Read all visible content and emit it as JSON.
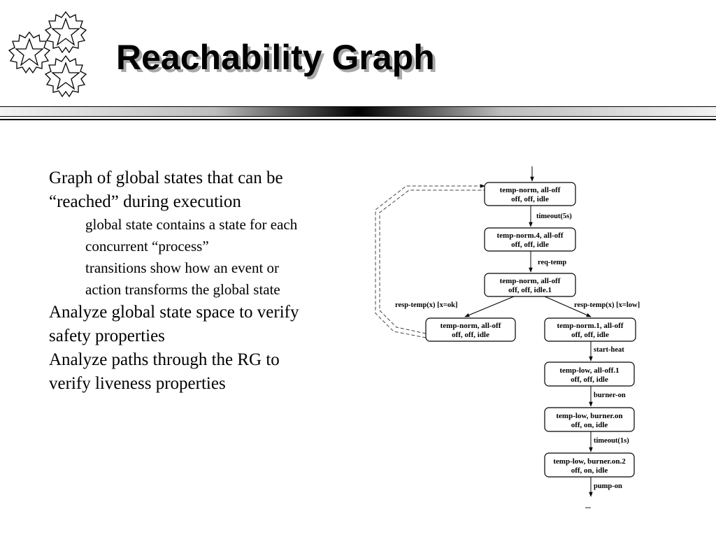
{
  "slide": {
    "title": "Reachability Graph",
    "bullets": [
      {
        "level": 1,
        "text": "Graph of global states that can be"
      },
      {
        "level": 1,
        "text": "“reached” during execution"
      },
      {
        "level": 2,
        "text": "global state contains a state for each"
      },
      {
        "level": 2,
        "text": "concurrent “process”"
      },
      {
        "level": 2,
        "text": "transitions show how an event or"
      },
      {
        "level": 2,
        "text": "action transforms the global state"
      },
      {
        "level": 1,
        "text": "Analyze global state space to verify"
      },
      {
        "level": 1,
        "text": "safety properties"
      },
      {
        "level": 1,
        "text": "Analyze paths through the RG to"
      },
      {
        "level": 1,
        "text": "verify liveness properties"
      }
    ]
  },
  "graph": {
    "nodes": [
      {
        "line1": "temp-norm, all-off",
        "line2": "off, off, idle"
      },
      {
        "line1": "temp-norm.4, all-off",
        "line2": "off, off, idle"
      },
      {
        "line1": "temp-norm, all-off",
        "line2": "off, off, idle.1"
      },
      {
        "line1": "temp-norm, all-off",
        "line2": "off, off, idle"
      },
      {
        "line1": "temp-norm.1, all-off",
        "line2": "off, off, idle"
      },
      {
        "line1": "temp-low, all-off.1",
        "line2": "off, off, idle"
      },
      {
        "line1": "temp-low, burner.on",
        "line2": "off, on, idle"
      },
      {
        "line1": "temp-low, burner.on.2",
        "line2": "off, on, idle"
      }
    ],
    "edges": [
      "timeout(5s)",
      "req-temp",
      "resp-temp(x) [x=ok]",
      "resp-temp(x) [x=low]",
      "start-heat",
      "burner-on",
      "timeout(1s)",
      "pump-on"
    ],
    "continuation": "..."
  }
}
